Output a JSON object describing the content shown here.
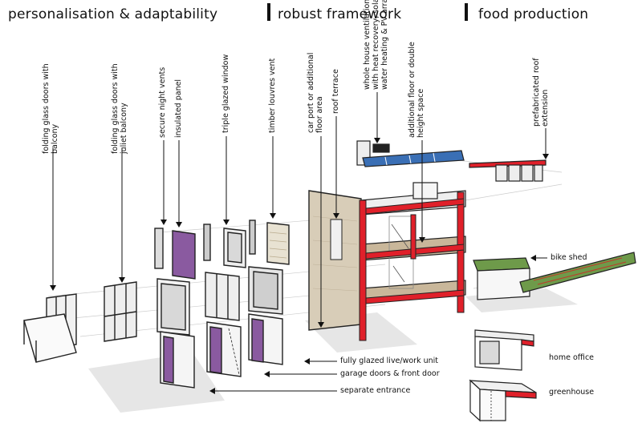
{
  "headings": {
    "personalisation": "personalisation  & adaptability",
    "framework": "robust framework",
    "food": "food production"
  },
  "vertical_labels": {
    "folding_balcony": "folding glass doors with\nbalcony",
    "folding_juliet": "folding glass doors with\njuliet balcony",
    "night_vents": "secure night vents",
    "insulated_panel": "insulated panel",
    "triple_glazed": "triple glazed window",
    "timber_louvres": "timber louvres vent",
    "car_port": "car port or additional\nfloor area",
    "roof_terrace": "roof terrace",
    "ventilation": "whole house ventilation\nwith heat recovery, solar\nwater heating & PV array",
    "additional_floor": "additional floor or double\nheight space",
    "roof_extension": "prefabricated roof\nextension"
  },
  "horizontal_labels": {
    "bike_shed": "bike shed",
    "home_office": "home office",
    "greenhouse": "greenhouse",
    "live_work": "fully glazed live/work unit",
    "garage_doors": "garage doors & front door",
    "separate_entrance": "separate entrance"
  },
  "colors": {
    "frame": "#e0202a",
    "panel_purple": "#8a5aa0",
    "solar_blue": "#3a6fb5",
    "roof_green": "#6e9a4a",
    "timber": "#d8cdb8",
    "floor": "#c9b79a"
  }
}
